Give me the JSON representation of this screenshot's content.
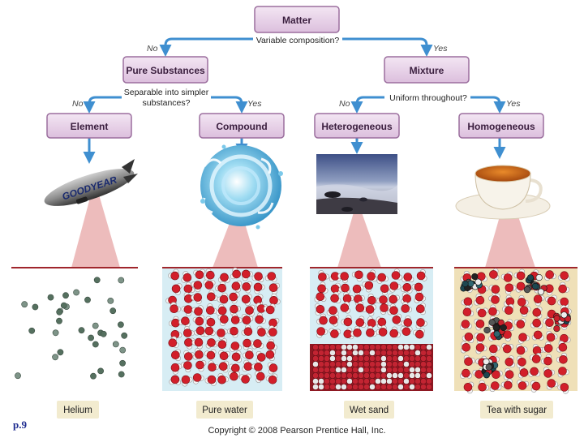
{
  "nodes": {
    "matter": "Matter",
    "pure_substances": "Pure Substances",
    "mixture": "Mixture",
    "element": "Element",
    "compound": "Compound",
    "heterogeneous": "Heterogeneous",
    "homogeneous": "Homogeneous"
  },
  "questions": {
    "variable_composition": "Variable composition?",
    "separable_line1": "Separable into simpler",
    "separable_line2": "substances?",
    "uniform": "Uniform throughout?"
  },
  "answers": {
    "no": "No",
    "yes": "Yes"
  },
  "captions": {
    "helium": "Helium",
    "pure_water": "Pure water",
    "wet_sand": "Wet sand",
    "tea_with_sugar": "Tea with sugar"
  },
  "blimp_text": "GOODYEAR",
  "page_number": "p.9",
  "copyright": "Copyright © 2008 Pearson Prentice Hall, Inc.",
  "colors": {
    "node_fill": "#e5cde6",
    "node_border": "#9b6e9e",
    "arrow": "#3f8fd0",
    "zoom": "#e8a8a8",
    "panel_line": "#a0262c"
  }
}
